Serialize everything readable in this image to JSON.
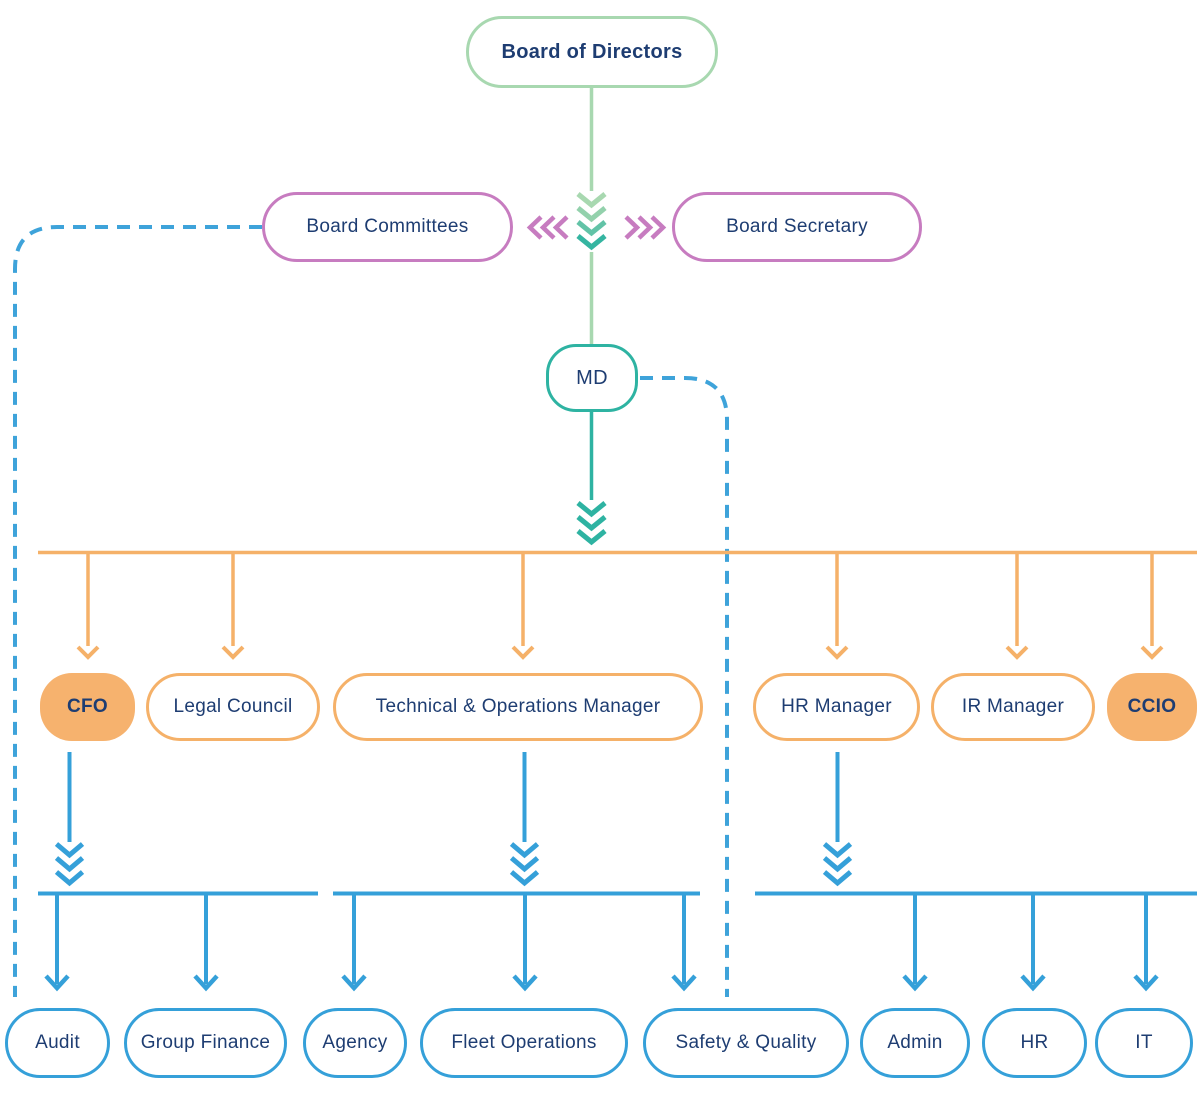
{
  "diagram": {
    "type": "org-chart",
    "nodes": {
      "board_of_directors": "Board of Directors",
      "board_committees": "Board Committees",
      "board_secretary": "Board Secretary",
      "md": "MD",
      "cfo": "CFO",
      "legal_council": "Legal Council",
      "tech_ops": "Technical & Operations Manager",
      "hr_manager": "HR Manager",
      "ir_manager": "IR Manager",
      "ccio": "CCIO",
      "audit": "Audit",
      "group_finance": "Group Finance",
      "agency": "Agency",
      "fleet_operations": "Fleet Operations",
      "safety_quality": "Safety & Quality",
      "admin": "Admin",
      "hr": "HR",
      "it": "IT"
    },
    "edges": [
      {
        "from": "board_of_directors",
        "to": "board_committees",
        "style": "chevron"
      },
      {
        "from": "board_of_directors",
        "to": "board_secretary",
        "style": "chevron"
      },
      {
        "from": "board_of_directors",
        "to": "md",
        "style": "solid"
      },
      {
        "from": "md",
        "to": "cfo",
        "style": "solid"
      },
      {
        "from": "md",
        "to": "legal_council",
        "style": "solid"
      },
      {
        "from": "md",
        "to": "tech_ops",
        "style": "solid"
      },
      {
        "from": "md",
        "to": "hr_manager",
        "style": "solid"
      },
      {
        "from": "md",
        "to": "ir_manager",
        "style": "solid"
      },
      {
        "from": "md",
        "to": "ccio",
        "style": "solid"
      },
      {
        "from": "cfo",
        "to": "audit",
        "style": "solid"
      },
      {
        "from": "cfo",
        "to": "group_finance",
        "style": "solid"
      },
      {
        "from": "tech_ops",
        "to": "agency",
        "style": "solid"
      },
      {
        "from": "tech_ops",
        "to": "fleet_operations",
        "style": "solid"
      },
      {
        "from": "tech_ops",
        "to": "safety_quality",
        "style": "solid"
      },
      {
        "from": "hr_manager",
        "to": "admin",
        "style": "solid"
      },
      {
        "from": "hr_manager",
        "to": "hr",
        "style": "solid"
      },
      {
        "from": "hr_manager",
        "to": "it",
        "style": "solid"
      },
      {
        "from": "board_committees",
        "to": "audit",
        "style": "dashed"
      },
      {
        "from": "md",
        "to": "safety_quality",
        "style": "dashed"
      }
    ],
    "colors": {
      "light_green": "#a8d8b0",
      "teal": "#2eb3a2",
      "purple": "#c77cc0",
      "orange": "#f5b169",
      "orange_fill": "#f6b26e",
      "blue": "#35a0d9",
      "navy_text": "#1e3d72",
      "background": "#ffffff"
    }
  }
}
